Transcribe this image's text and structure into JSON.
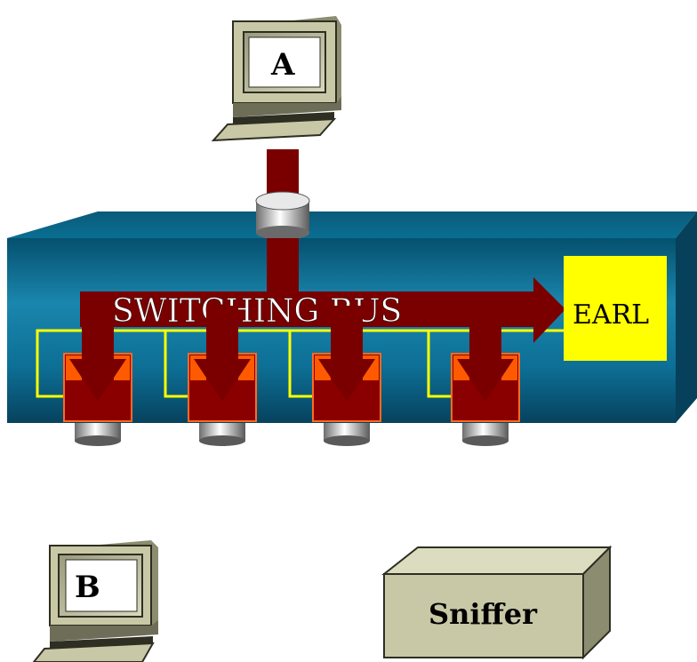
{
  "diagram": {
    "computer_a": {
      "label": "A"
    },
    "computer_b": {
      "label": "B"
    },
    "switch": {
      "bus_label": "SWITCHING BUS",
      "earl_label": "EARL",
      "ports": [
        "port-1",
        "port-2",
        "port-3",
        "port-4"
      ]
    },
    "sniffer": {
      "label": "Sniffer"
    },
    "colors": {
      "switch_body": "#0d6f95",
      "switch_top": "#0a5673",
      "switch_side": "#063c56",
      "bus": "#7a0000",
      "port_orange": "#ff5a00",
      "earl_yellow": "#ffff00",
      "link_yellow": "#ffff00",
      "computer_beige": "#c8c8a6",
      "sniffer_beige": "#c8c8a6"
    }
  }
}
